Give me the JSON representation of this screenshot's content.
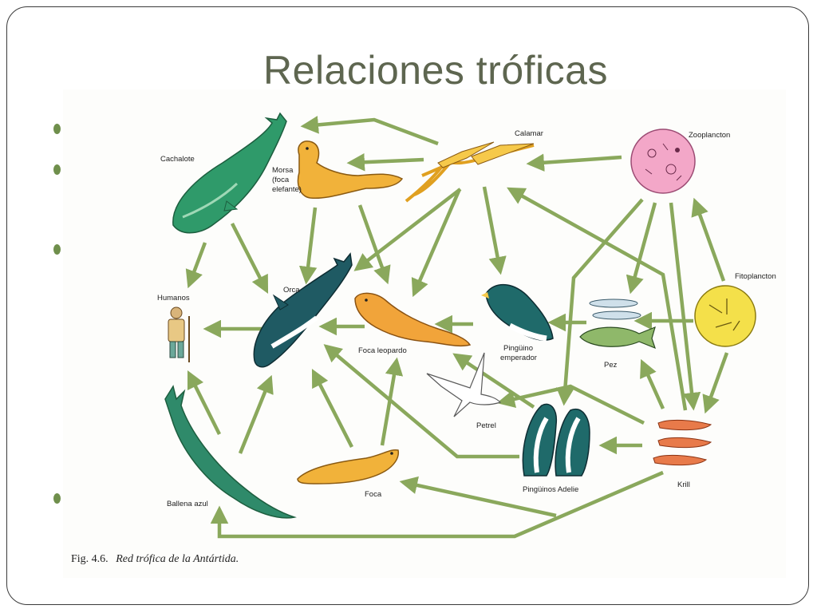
{
  "slide": {
    "title": "Relaciones tróficas"
  },
  "figure": {
    "caption_prefix": "Fig. 4.6.",
    "caption_title": "Red trófica de la Antártida."
  },
  "organisms": {
    "cachalote": "Cachalote",
    "morsa_1": "Morsa",
    "morsa_2": "(foca",
    "morsa_3": "elefante)",
    "calamar": "Calamar",
    "zooplancton": "Zooplancton",
    "fitoplancton": "Fitoplancton",
    "humanos": "Humanos",
    "orca": "Orca",
    "foca_leopardo": "Foca leopardo",
    "pinguino_emp_1": "Pingüino",
    "pinguino_emp_2": "emperador",
    "pez": "Pez",
    "petrel": "Petrel",
    "krill": "Krill",
    "pinguinos_adelie": "Pingüinos Adelie",
    "foca": "Foca",
    "ballena_azul": "Ballena azul"
  },
  "colors": {
    "arrow": "#8aa85c",
    "whale_green": "#2f9a6a",
    "seal_orange": "#f1b23a",
    "plankton_pink": "#f3a7c8",
    "phyto_yellow": "#f4e04a",
    "accent_bullet": "#6f8f4c",
    "title": "#5e6650"
  }
}
